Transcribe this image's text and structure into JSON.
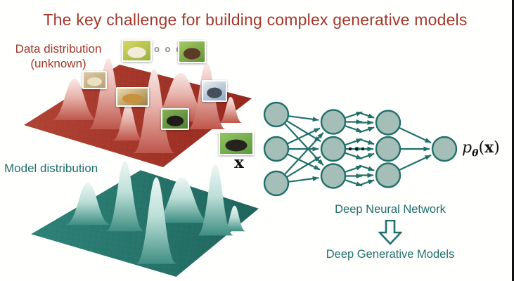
{
  "title": "The key challenge for building complex generative models",
  "left_labels": {
    "data_distribution": "Data distribution",
    "data_distribution_note": "(unknown)",
    "model_distribution": "Model distribution"
  },
  "samples": {
    "ellipsis": "o o o",
    "x_label": "x",
    "dog_photos": [
      "fluffy-dog-in-yellow-flowers-photo",
      "brown-puppy-photo",
      "cream-dog-running-photo",
      "golden-retriever-photo",
      "husky-photo",
      "rottweiler-photo",
      "bernese-mountain-dog-photo"
    ]
  },
  "network": {
    "layers": [
      3,
      3,
      3,
      1
    ],
    "ellipsis": "...",
    "output_label": {
      "p": "p",
      "sub": "θ",
      "open": "(",
      "x": "x",
      "close": ")"
    }
  },
  "bottom": {
    "line1": "Deep Neural Network",
    "line2": "Deep Generative Models"
  },
  "colors": {
    "title_red": "#a5362a",
    "teal_text": "#20706a",
    "node_fill": "#a6beb8",
    "node_border": "#20706a",
    "red_surface_base": "#a8352c",
    "red_surface_peak_light": "#f9e9e6",
    "teal_surface_base": "#2b7c72",
    "teal_surface_peak_light": "#edf7f4"
  }
}
